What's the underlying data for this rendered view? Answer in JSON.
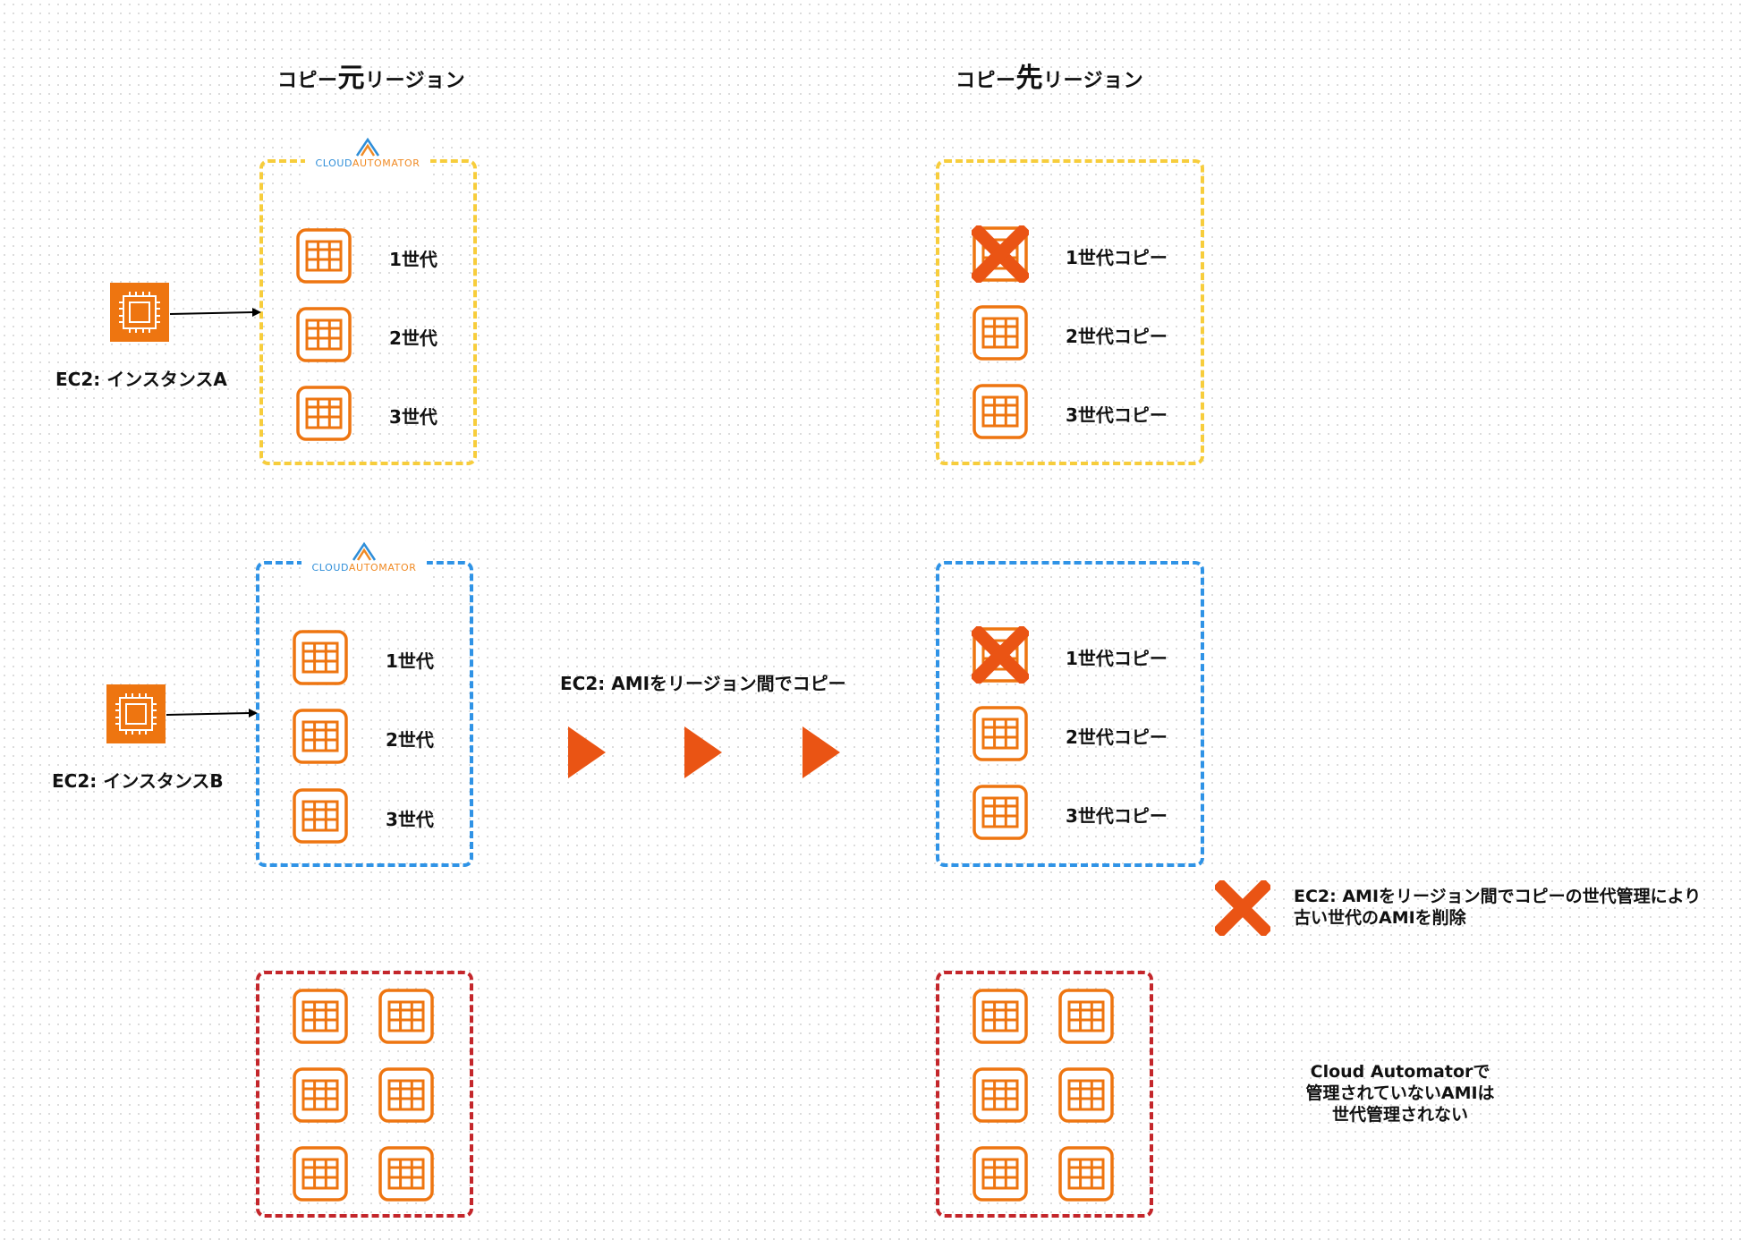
{
  "headings": {
    "source_prefix": "コピー",
    "source_big": "元",
    "source_suffix": "リージョン",
    "dest_prefix": "コピー",
    "dest_big": "先",
    "dest_suffix": "リージョン"
  },
  "logo": {
    "part1": "CLOUD",
    "part2": "AUTOMATOR"
  },
  "instances": {
    "a": "EC2: インスタンスA",
    "b": "EC2: インスタンスB"
  },
  "source_group_a": [
    "1世代",
    "2世代",
    "3世代"
  ],
  "source_group_b": [
    "1世代",
    "2世代",
    "3世代"
  ],
  "dest_group_a": [
    "1世代コピー",
    "2世代コピー",
    "3世代コピー"
  ],
  "dest_group_b": [
    "1世代コピー",
    "2世代コピー",
    "3世代コピー"
  ],
  "copy_action": "EC2: AMIをリージョン間でコピー",
  "legend": {
    "line1": "EC2: AMIをリージョン間でコピーの世代管理により",
    "line2": "古い世代のAMIを削除"
  },
  "unmanaged_note": {
    "line1": "Cloud Automatorで",
    "line2": "管理されていないAMIは",
    "line3": "世代管理されない"
  },
  "colors": {
    "source_group_a_border": "#f7cd3c",
    "source_group_b_border": "#2f93e6",
    "unmanaged_border": "#c4262b",
    "ami_icon": "#ee7510",
    "delete_mark": "#ea5414"
  },
  "icons": {
    "ami": "ami-icon",
    "ec2": "ec2-instance-icon",
    "delete": "delete-x-icon",
    "arrow": "play-arrow-icon"
  }
}
